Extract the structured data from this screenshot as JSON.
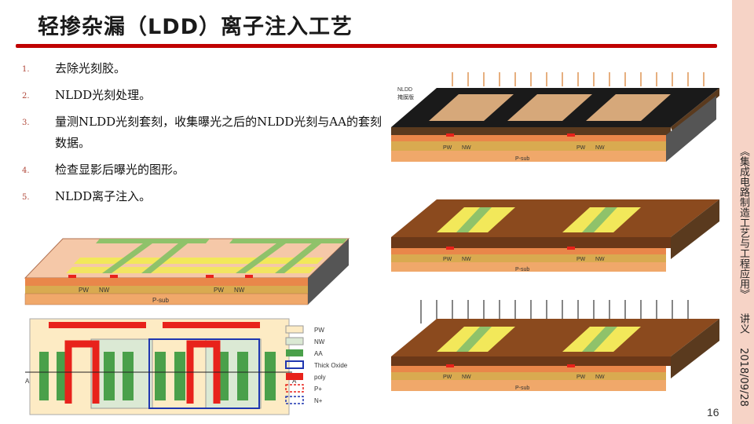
{
  "slide": {
    "title": "轻掺杂漏（LDD）离子注入工艺",
    "page_number": "16",
    "side_book_title": "《集成电路制造工艺与工程应用》",
    "side_suffix": "讲义",
    "side_date": "2018/09/28"
  },
  "steps": [
    {
      "num": "1.",
      "text": "去除光刻胶。"
    },
    {
      "num": "2.",
      "text": "NLDD光刻处理。"
    },
    {
      "num": "3.",
      "text": "量测NLDD光刻套刻，收集曝光之后的NLDD光刻与AA的套刻数据。"
    },
    {
      "num": "4.",
      "text": "检查显影后曝光的图形。"
    },
    {
      "num": "5.",
      "text": "NLDD离子注入。"
    }
  ],
  "cross_section": {
    "pw": "PW",
    "nw": "NW",
    "psub": "P-sub",
    "mask_label_1": "NLDD",
    "mask_label_2": "掩膜版"
  },
  "legend": {
    "items": [
      {
        "label": "PW",
        "color": "#fdebc4"
      },
      {
        "label": "NW",
        "color": "#dbe9d4"
      },
      {
        "label": "AA",
        "color": "#4aa04a"
      },
      {
        "label": "Thick Oxide",
        "color": "#1f36b0"
      },
      {
        "label": "poly",
        "color": "#e8221b"
      },
      {
        "label": "P+",
        "color": "#e8221b"
      },
      {
        "label": "N+",
        "color": "#1f36b0"
      }
    ],
    "axis_left": "A",
    "axis_right": "A'"
  },
  "colors": {
    "accent_red": "#c00000",
    "side_band": "#f6d3c6",
    "resist_brown": "#8b4a1e",
    "substrate_orange": "#e9874a",
    "pw_yellow": "#f2e85a"
  }
}
